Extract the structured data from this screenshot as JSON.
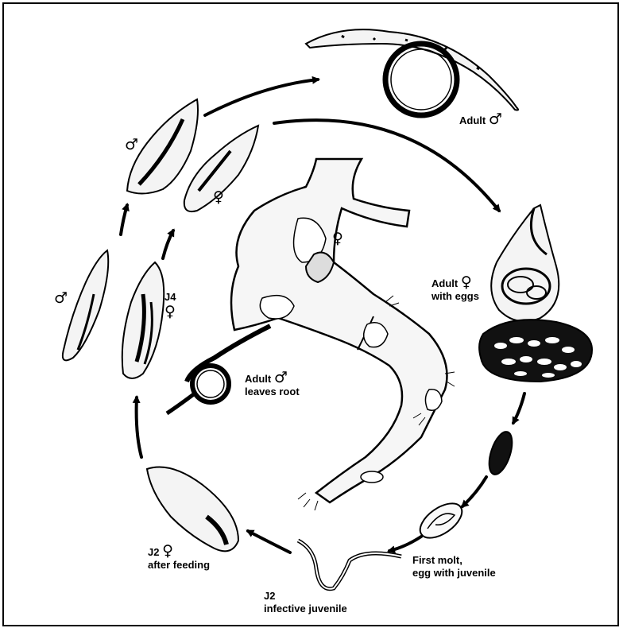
{
  "figure": {
    "colors": {
      "ink": "#000000",
      "background": "#ffffff",
      "fill": "#f4f4f4"
    },
    "labels": {
      "adult_male": {
        "text": "Adult",
        "symbol": "♂"
      },
      "adult_female_eggs": {
        "line1": "Adult",
        "symbol": "♀",
        "line2": "with eggs"
      },
      "first_molt": {
        "line1": "First molt,",
        "line2": "egg with juvenile"
      },
      "j2_infective": {
        "line1": "J2",
        "line2": "infective juvenile"
      },
      "j2_female_feeding": {
        "line1": "J2",
        "symbol": "♀",
        "line2": "after feeding"
      },
      "j4": {
        "line1": "J4",
        "symbol": "♀"
      },
      "adult_male_leaves_root": {
        "line1": "Adult",
        "symbol": "♂",
        "line2": "leaves root"
      },
      "female_in_root": {
        "symbol": "♀"
      },
      "male_stage_a": {
        "symbol": "♂"
      },
      "male_stage_b": {
        "symbol": "♂"
      },
      "female_stage": {
        "symbol": "♀"
      }
    }
  }
}
